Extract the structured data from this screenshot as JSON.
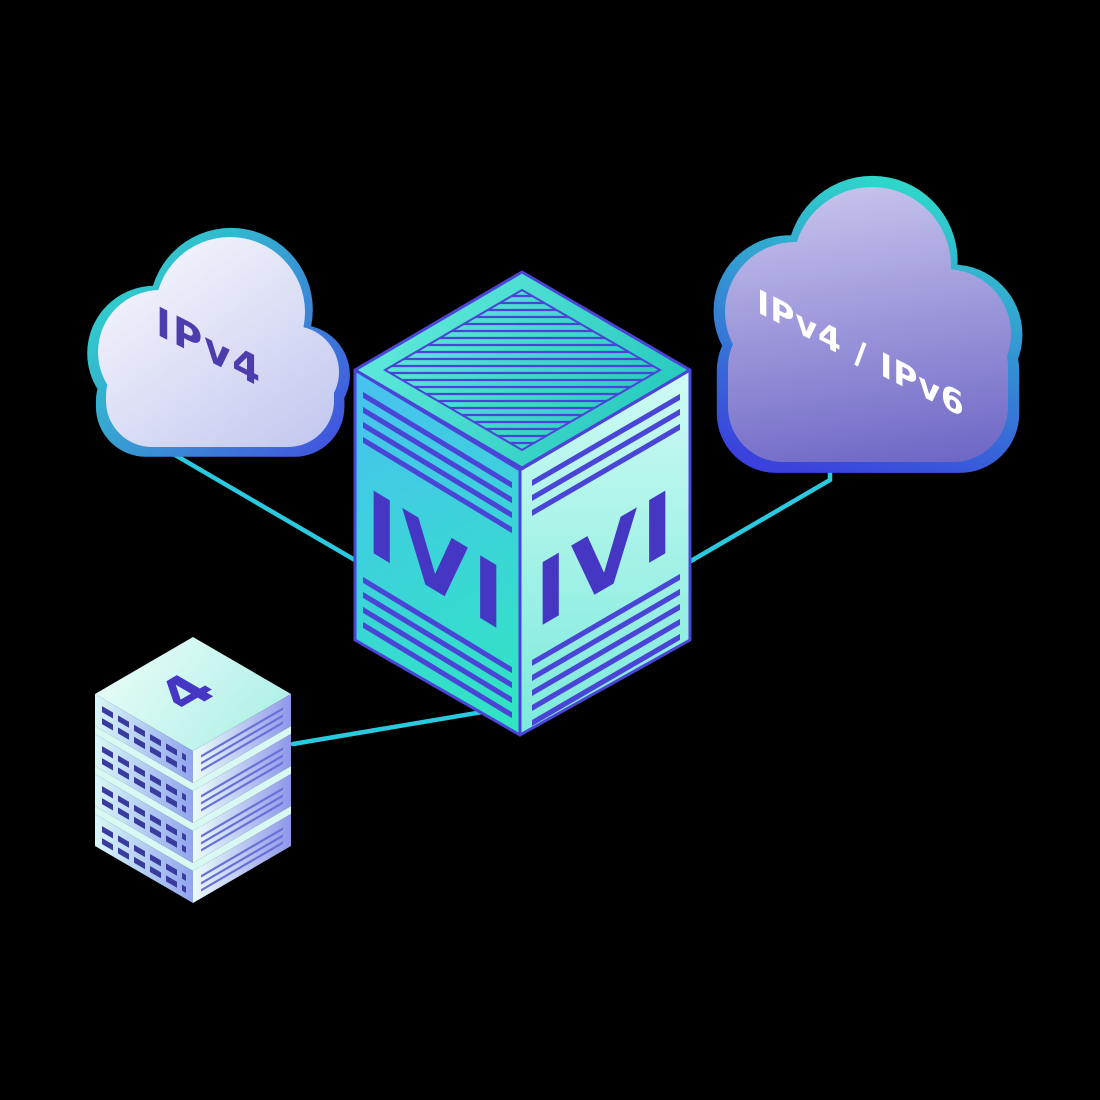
{
  "diagram": {
    "type": "isometric-network-diagram",
    "background": "#000000",
    "colors": {
      "connector": "#2bc9df",
      "box_outline_indigo": "#4a45d6",
      "label_indigo": "#4536c4",
      "teal_accent": "#2ee0c9",
      "blue_accent": "#4347e0",
      "left_cloud_body": "#d9dcf4",
      "right_cloud_body": "#8c85d2",
      "box_left_face_top": "#47c3ee",
      "box_left_face_bottom": "#2fe6c0",
      "box_right_face": "#a5f1e6",
      "box_top_face": "#3fd9cb",
      "white": "#ffffff"
    },
    "nodes": {
      "left_cloud": {
        "label": "IPv4"
      },
      "right_cloud": {
        "label": "IPv4 / IPv6"
      },
      "translator": {
        "label_left": "IVI",
        "label_right": "IVI"
      },
      "server_stack": {
        "label": "4",
        "units": 4
      }
    },
    "edges": [
      {
        "from": "left_cloud",
        "to": "translator"
      },
      {
        "from": "right_cloud",
        "to": "translator"
      },
      {
        "from": "server_stack",
        "to": "translator"
      }
    ]
  }
}
